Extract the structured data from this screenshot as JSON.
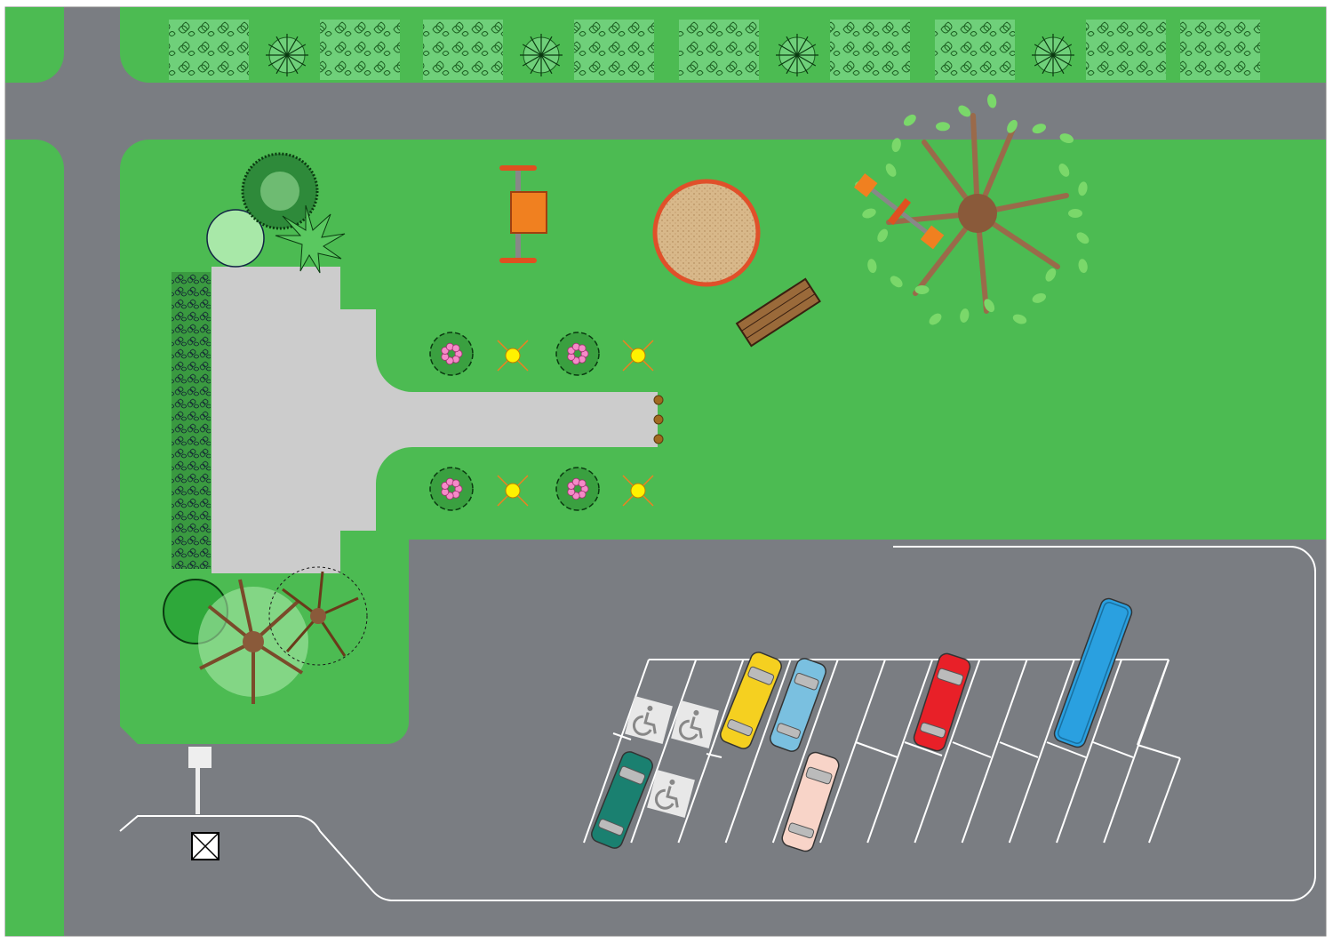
{
  "title": "",
  "colors": {
    "grass": "#4cbb52",
    "road": "#7a7d82",
    "building": "#cccccc",
    "lines": "#ffffff",
    "hedge": "#6fd07a",
    "tree_trunk": "#8a5a3a",
    "sand": "#d2b48c",
    "sandbox_rim": "#e0502a",
    "bench": "#9a6a3a",
    "playground": "#f08020",
    "flower": "#f58ac8",
    "lamp": "#fff200"
  },
  "cars": [
    {
      "name": "yellow-car",
      "color": "#f5d020"
    },
    {
      "name": "light-blue-car",
      "color": "#7ac0e0"
    },
    {
      "name": "red-car",
      "color": "#e82028"
    },
    {
      "name": "teal-car",
      "color": "#1a8070"
    },
    {
      "name": "pink-car",
      "color": "#f8d4c8"
    },
    {
      "name": "blue-bus",
      "color": "#2aa0e0"
    }
  ]
}
